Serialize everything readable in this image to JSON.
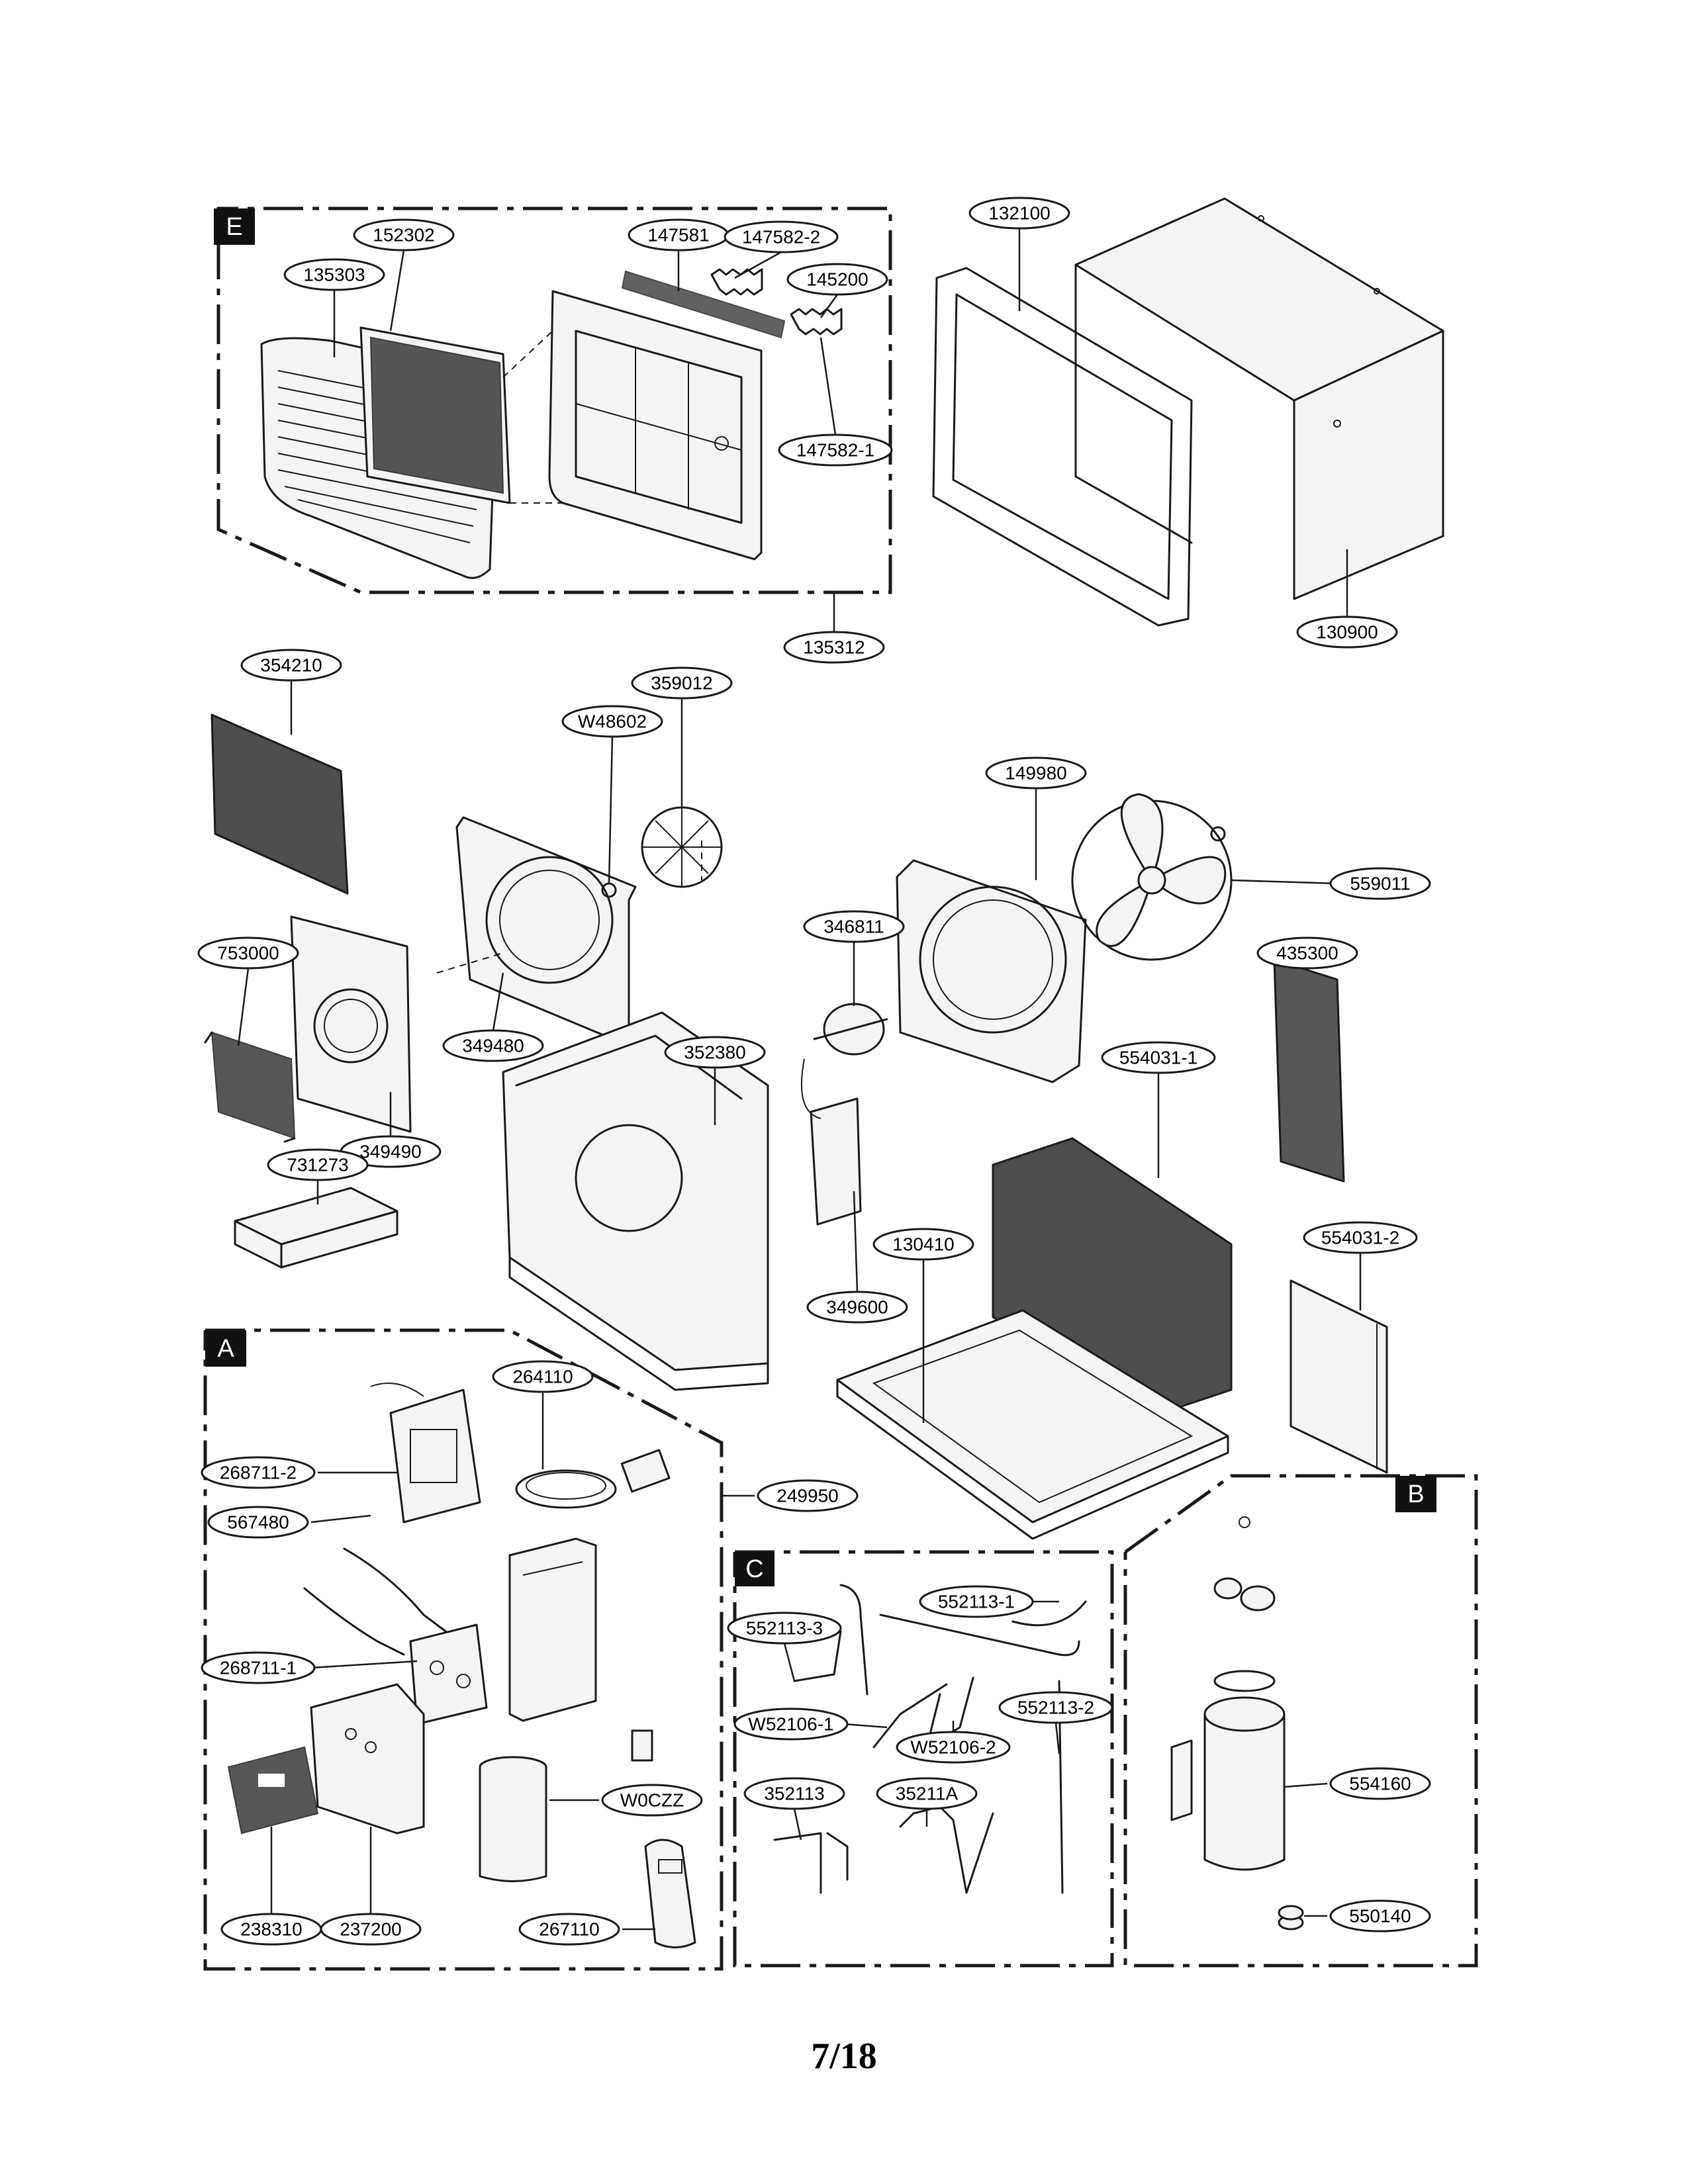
{
  "page_number": "7/18",
  "section_tags": {
    "A": "A",
    "B": "B",
    "C": "C",
    "E": "E"
  },
  "callouts": {
    "p152302": "152302",
    "p135303": "135303",
    "p147581": "147581",
    "p147582_2": "147582-2",
    "p145200": "145200",
    "p147582_1": "147582-1",
    "p135312": "135312",
    "p132100": "132100",
    "p130900": "130900",
    "p354210": "354210",
    "p359012": "359012",
    "pW48602": "W48602",
    "p149980": "149980",
    "p559011": "559011",
    "p346811": "346811",
    "p435300": "435300",
    "p753000": "753000",
    "p349480": "349480",
    "p352380": "352380",
    "p554031_1": "554031-1",
    "p349490": "349490",
    "p731273": "731273",
    "p130410": "130410",
    "p554031_2": "554031-2",
    "p349600": "349600",
    "p264110": "264110",
    "p268711_2": "268711-2",
    "p249950": "249950",
    "p567480": "567480",
    "p552113_1": "552113-1",
    "p552113_3": "552113-3",
    "p268711_1": "268711-1",
    "p552113_2": "552113-2",
    "pW52106_1": "W52106-1",
    "pW52106_2": "W52106-2",
    "p554160": "554160",
    "p352113": "352113",
    "p35211A": "35211A",
    "pW0CZZ": "W0CZZ",
    "p550140": "550140",
    "p238310": "238310",
    "p237200": "237200",
    "p267110": "267110"
  }
}
